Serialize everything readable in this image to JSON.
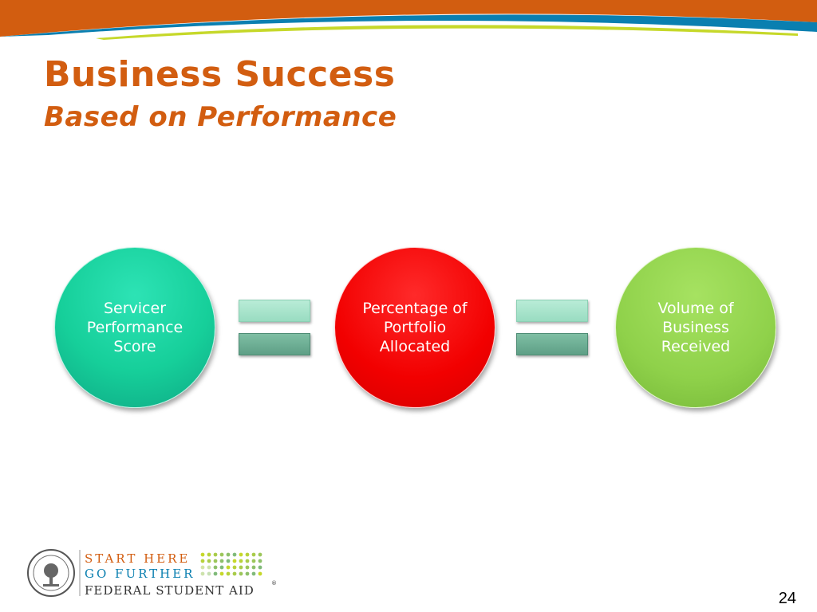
{
  "slide": {
    "title": "Business Success",
    "subtitle": "Based on Performance",
    "page_number": "24"
  },
  "diagram": {
    "nodes": [
      {
        "label": "Servicer Performance Score",
        "color": "#16cf9a"
      },
      {
        "label": "Percentage of Portfolio Allocated",
        "color": "#f20000"
      },
      {
        "label": "Volume of Business Received",
        "color": "#8fd14a"
      }
    ],
    "connector": "equals"
  },
  "logo": {
    "line1": "START HERE",
    "line2": "GO FURTHER",
    "line3": "FEDERAL STUDENT AID",
    "registered": "®"
  },
  "colors": {
    "accent_orange": "#d25d10",
    "header_blue": "#0a7fb0",
    "header_green": "#c6d82a"
  }
}
